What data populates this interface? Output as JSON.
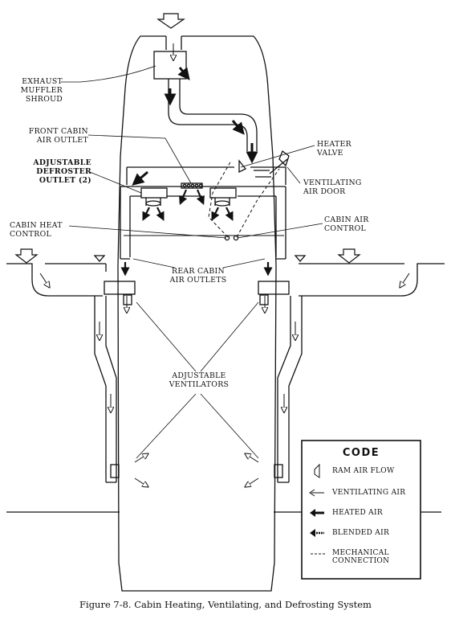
{
  "labels": {
    "exhaust_muffler_shroud": "EXHAUST\nMUFFLER\nSHROUD",
    "front_cabin_air_outlet": "FRONT CABIN\nAIR OUTLET",
    "adjustable_defroster_outlet": "ADJUSTABLE\nDEFROSTER\nOUTLET (2)",
    "cabin_heat_control": "CABIN HEAT\nCONTROL",
    "heater_valve": "HEATER\nVALVE",
    "ventilating_air_door": "VENTILATING\nAIR DOOR",
    "cabin_air_control": "CABIN AIR\nCONTROL",
    "rear_cabin_air_outlets": "REAR CABIN\nAIR OUTLETS",
    "adjustable_ventilators": "ADJUSTABLE\nVENTILATORS"
  },
  "legend": {
    "title": "CODE",
    "items": [
      {
        "icon": "ram-air-flow-icon",
        "label": "RAM AIR FLOW"
      },
      {
        "icon": "ventilating-air-icon",
        "label": "VENTILATING AIR"
      },
      {
        "icon": "heated-air-icon",
        "label": "HEATED AIR"
      },
      {
        "icon": "blended-air-icon",
        "label": "BLENDED AIR"
      },
      {
        "icon": "mechanical-connection-icon",
        "label": "MECHANICAL\nCONNECTION"
      }
    ]
  },
  "caption": "Figure 7-8.  Cabin Heating, Ventilating, and Defrosting System"
}
